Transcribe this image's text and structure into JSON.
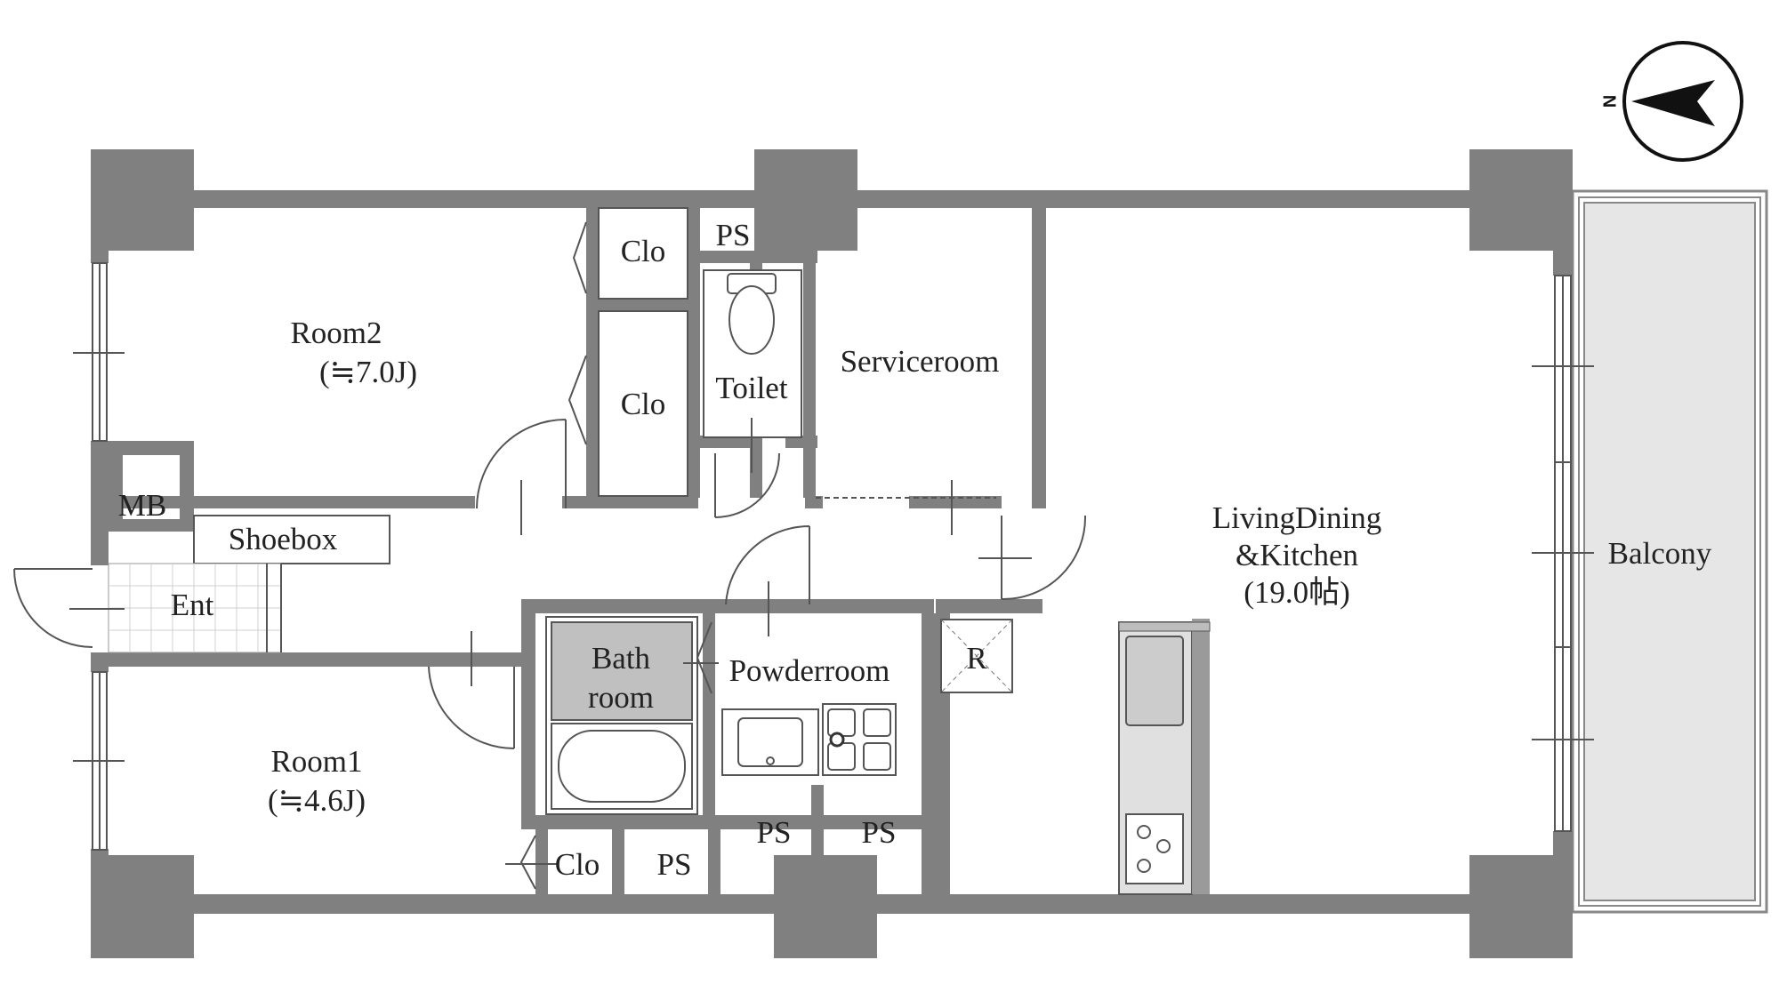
{
  "compass": {
    "label": "N"
  },
  "rooms": {
    "room2": {
      "name": "Room2",
      "size": "(≒7.0J)"
    },
    "room1": {
      "name": "Room1",
      "size": "(≒4.6J)"
    },
    "ldk": {
      "line1": "LivingDining",
      "line2": "&Kitchen",
      "size": "(19.0帖)"
    },
    "service": "Serviceroom",
    "toilet": "Toilet",
    "bath": {
      "line1": "Bath",
      "line2": "room"
    },
    "powder": "Powderroom",
    "balcony": "Balcony",
    "shoebox": "Shoebox",
    "entrance": "Ent",
    "meterbox": "MB",
    "fridge": "R",
    "closet_a": "Clo",
    "closet_b": "Clo",
    "closet_c": "Clo",
    "ps_top": "PS",
    "ps_mid1": "PS",
    "ps_mid2": "PS",
    "ps_bottom": "PS"
  }
}
